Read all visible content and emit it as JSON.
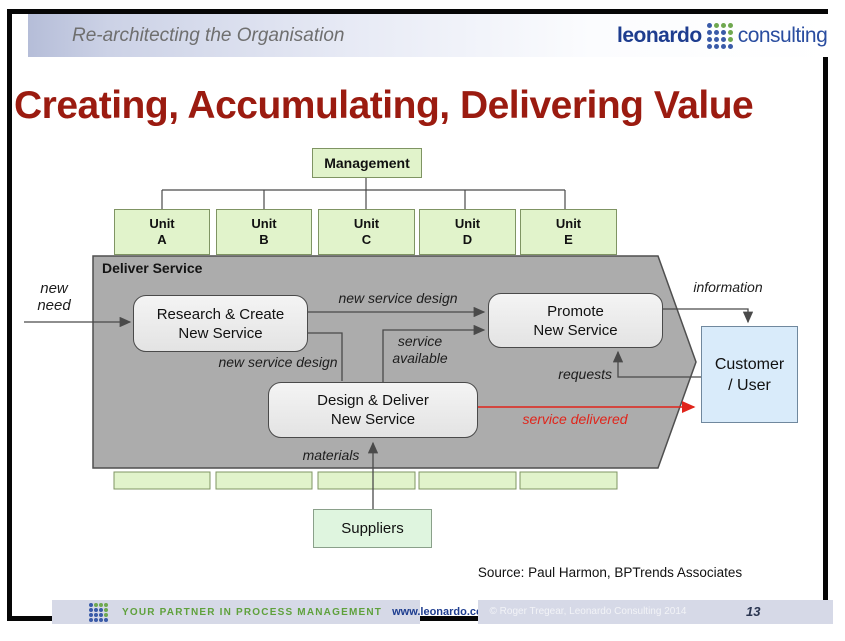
{
  "slide": {
    "header": {
      "title": "Re-architecting the Organisation",
      "logo": {
        "word1": "leonardo",
        "word2": "consulting",
        "dot_pattern": [
          "bggg",
          "bbbg",
          "bbbg",
          "bbbb"
        ],
        "dot_blue": "#3a5ba8",
        "dot_green": "#6fa84f"
      }
    },
    "title": "Creating, Accumulating, Delivering Value",
    "diagram": {
      "management_label": "Management",
      "unit_word": "Unit",
      "units": [
        {
          "letter": "A"
        },
        {
          "letter": "B"
        },
        {
          "letter": "C"
        },
        {
          "letter": "D"
        },
        {
          "letter": "E"
        }
      ],
      "deliver_service_label": "Deliver Service",
      "boxes": {
        "research": {
          "line1": "Research & Create",
          "line2": "New Service"
        },
        "design": {
          "line1": "Design & Deliver",
          "line2": "New Service"
        },
        "promote": {
          "line1": "Promote",
          "line2": "New Service"
        },
        "customer": {
          "line1": "Customer",
          "line2": "/ User"
        },
        "suppliers": "Suppliers"
      },
      "flow_labels": {
        "new_need": {
          "line1": "new",
          "line2": "need"
        },
        "new_service_design_top": "new service design",
        "new_service_design_bottom": "new service design",
        "service_available": {
          "line1": "service",
          "line2": "available"
        },
        "information": "information",
        "requests": "requests",
        "service_delivered": "service delivered",
        "materials": "materials"
      },
      "colors": {
        "title_red": "#9b1b10",
        "green_box_fill": "#e1f3cb",
        "green_box_border": "#7f9463",
        "arrow_shape_fill": "#acacac",
        "arrow_shape_border": "#4f4f4f",
        "process_box_fill": "#ededed",
        "process_box_border": "#4a4a4a",
        "customer_fill": "#d9ebfa",
        "supplier_fill": "#dff5df",
        "red_accent": "#e0251b",
        "connector_gray": "#4a4a4a",
        "footer_bar": "#d6d9e7",
        "navy": "#1e3d8f",
        "footer_green": "#5fa13c"
      }
    },
    "source": "Source: Paul Harmon, BPTrends Associates",
    "footer": {
      "partner_text": "YOUR PARTNER IN PROCESS MANAGEMENT",
      "website": "www.leonardo.com.au",
      "copyright": "© Roger Tregear, Leonardo Consulting 2014",
      "page_number": "13"
    }
  }
}
